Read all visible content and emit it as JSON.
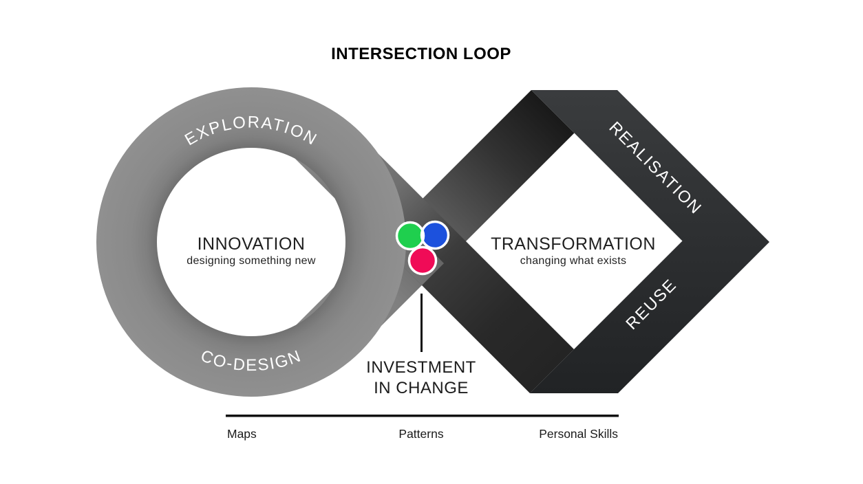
{
  "title": "INTERSECTION LOOP",
  "left_loop": {
    "top_label": "EXPLORATION",
    "bottom_label": "CO-DESIGN",
    "center_title": "INNOVATION",
    "center_subtitle": "designing something new"
  },
  "right_loop": {
    "top_label": "REALISATION",
    "bottom_label": "REUSE",
    "center_title": "TRANSFORMATION",
    "center_subtitle": "changing what exists"
  },
  "center": {
    "callout_line1": "INVESTMENT",
    "callout_line2": "IN CHANGE",
    "venn": {
      "green": "#1fcf4e",
      "blue": "#1c51dd",
      "red": "#f00b57",
      "cyan": "#41c8f4",
      "orange": "#ffa313",
      "purple": "#9a2ef2",
      "outline": "#ffffff"
    }
  },
  "axis": {
    "labels": [
      "Maps",
      "Patterns",
      "Personal Skills"
    ]
  },
  "colors": {
    "ring_gray": "#8a8a8a",
    "band_dark": "#2a2a2a",
    "ink": "#111111"
  }
}
